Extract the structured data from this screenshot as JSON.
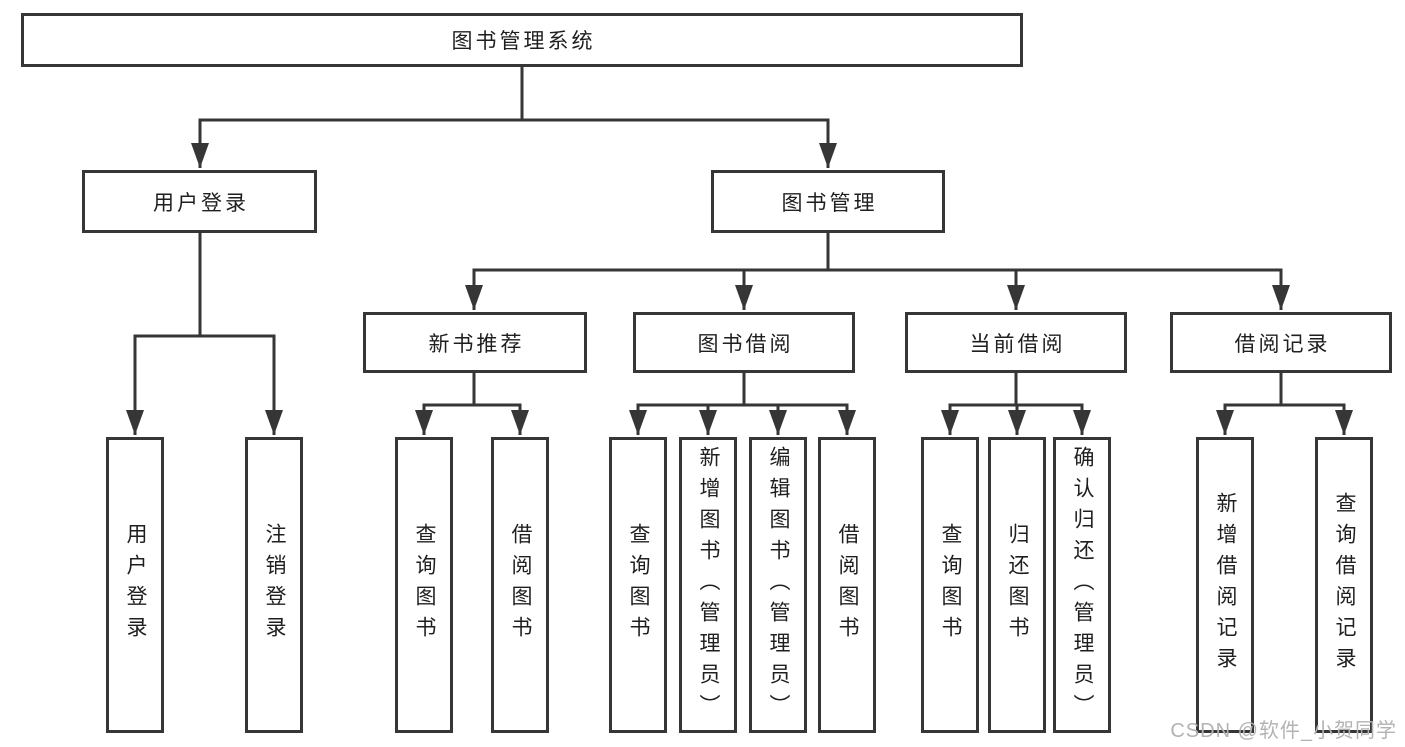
{
  "diagram": {
    "root": "图书管理系统",
    "level2": [
      "用户登录",
      "图书管理"
    ],
    "level3": [
      "新书推荐",
      "图书借阅",
      "当前借阅",
      "借阅记录"
    ],
    "leaves": {
      "login": [
        "用户登录",
        "注销登录"
      ],
      "recommend": [
        "查询图书",
        "借阅图书"
      ],
      "borrow": [
        "查询图书",
        "新增图书（管理员）",
        "编辑图书（管理员）",
        "借阅图书"
      ],
      "current": [
        "查询图书",
        "归还图书",
        "确认归还（管理员）"
      ],
      "records": [
        "新增借阅记录",
        "查询借阅记录"
      ]
    }
  },
  "watermark": "CSDN @软件_小贺同学",
  "colors": {
    "line": "#363636",
    "text": "#1f1f1f",
    "watermark": "#b3b3b3",
    "background": "#ffffff"
  }
}
